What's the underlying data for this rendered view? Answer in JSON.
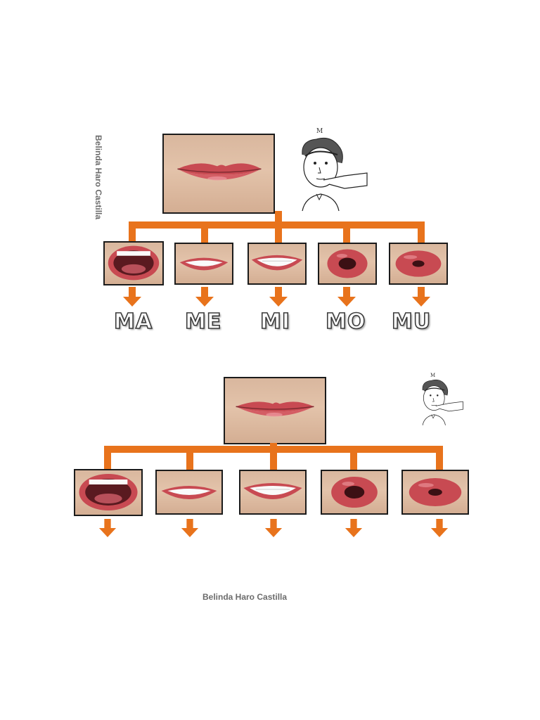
{
  "author": "Belinda Haro Castilla",
  "sketch_letter": "M",
  "syllables": [
    "MA",
    "ME",
    "MI",
    "MO",
    "MU"
  ],
  "colors": {
    "connector": "#e8731c",
    "frame": "#1b1b1b",
    "lips": "#c84a52",
    "label_outline": "#3c3c3c"
  },
  "images": {
    "base": "closed-lips-photo",
    "sketch": "boy-touching-lips-sketch",
    "mouth_shapes": [
      "open-mouth-a",
      "smile-mouth-e",
      "wide-smile-mouth-i",
      "round-mouth-o",
      "pucker-mouth-u"
    ]
  }
}
